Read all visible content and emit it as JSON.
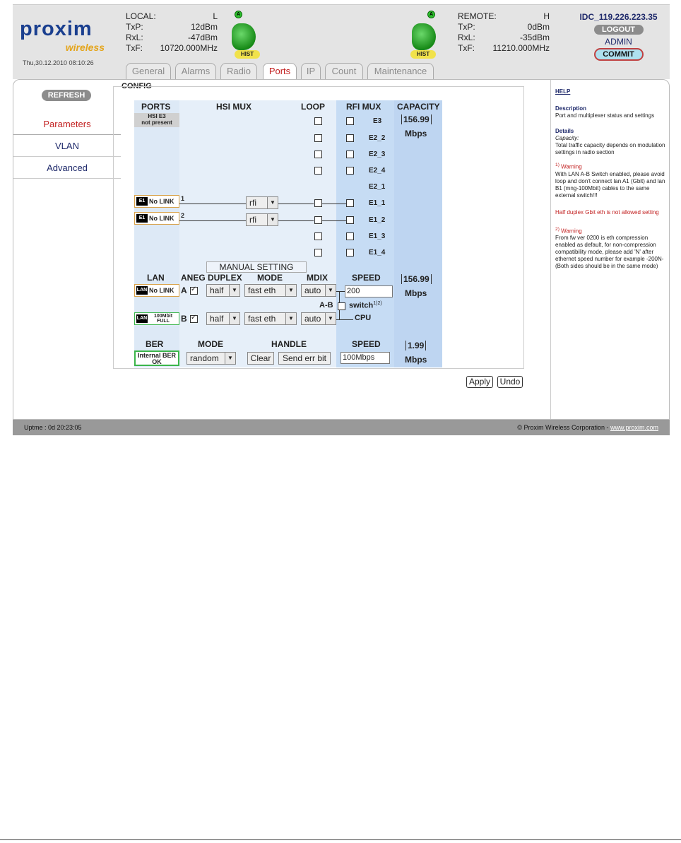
{
  "header": {
    "logo_text": "proxim",
    "logo_sub": "wireless",
    "date": "Thu,30.12.2010 08:10:26",
    "local": {
      "title": "LOCAL:",
      "side": "L",
      "txp_label": "TxP:",
      "txp": "12dBm",
      "rxl_label": "RxL:",
      "rxl": "-47dBm",
      "txf_label": "TxF:",
      "txf": "10720.000MHz"
    },
    "remote": {
      "title": "REMOTE:",
      "side": "H",
      "txp_label": "TxP:",
      "txp": "0dBm",
      "rxl_label": "RxL:",
      "rxl": "-35dBm",
      "txf_label": "TxF:",
      "txf": "11210.000MHz"
    },
    "antenna_badge": "A",
    "hist_label": "HIST",
    "ip": "IDC_119.226.223.35",
    "logout_label": "LOGOUT",
    "user": "ADMIN",
    "commit_label": "COMMIT",
    "tabs": [
      "General",
      "Alarms",
      "Radio",
      "Ports",
      "IP",
      "Count",
      "Maintenance"
    ],
    "active_tab": "Ports"
  },
  "sidebar": {
    "refresh_label": "REFRESH",
    "items": [
      "Parameters",
      "VLAN",
      "Advanced"
    ]
  },
  "config": {
    "section_title": "CONFIG",
    "headers": {
      "ports": "PORTS",
      "hsi_mux": "HSI MUX",
      "loop": "LOOP",
      "rfi_mux": "RFI MUX",
      "capacity": "CAPACITY"
    },
    "hsi_port": "HSI E3\nnot present",
    "capacity_top": "156.99",
    "capacity_unit": "Mbps",
    "rfi_labels": [
      "E3",
      "E2_2",
      "E2_3",
      "E2_4",
      "E2_1",
      "E1_1",
      "E1_2",
      "E1_3",
      "E1_4"
    ],
    "e1_ports": [
      {
        "icon": "E1",
        "status": "No LINK",
        "num": "1",
        "mux": "rfi"
      },
      {
        "icon": "E1",
        "status": "No LINK",
        "num": "2",
        "mux": "rfi"
      }
    ],
    "manual_setting": "MANUAL SETTING",
    "lan_headers": {
      "lan": "LAN",
      "aneg": "ANEG",
      "duplex": "DUPLEX",
      "mode": "MODE",
      "mdix": "MDIX",
      "speed": "SPEED"
    },
    "lan_ports": [
      {
        "icon": "LAN",
        "status": "No LINK",
        "letter": "A",
        "aneg": true,
        "duplex": "half",
        "mode": "fast eth",
        "mdix": "auto"
      },
      {
        "icon": "LAN",
        "status": "100Mbit FULL",
        "letter": "B",
        "aneg": true,
        "duplex": "half",
        "mode": "fast eth",
        "mdix": "auto"
      }
    ],
    "lan_speed": "200",
    "ab_label": "A-B",
    "switch_label": "switch",
    "switch_sup": "1)2)",
    "cpu_label": "CPU",
    "lan_capacity": "156.99",
    "ber": {
      "title": "BER",
      "status": "Internal BER OK",
      "mode_title": "MODE",
      "mode": "random",
      "handle_title": "HANDLE",
      "clear_label": "Clear",
      "send_label": "Send err bit",
      "speed_title": "SPEED",
      "speed": "100Mbps",
      "capacity": "1.99"
    },
    "apply_label": "Apply",
    "undo_label": "Undo"
  },
  "help": {
    "title": "HELP",
    "desc_title": "Description",
    "desc": "Port and multiplexer status and settings",
    "details_title": "Details",
    "capacity_em": "Capacity:",
    "capacity_text": "Total traffic capacity depends on modulation settings in radio section",
    "warn1_sup": "1)",
    "warn1_title": "Warning",
    "warn1_text": "With LAN A-B Switch enabled, please avoid loop and don't connect lan A1 (Gbit) and lan B1 (mng-100Mbit) cables to the same external switch!!!",
    "half_duplex": "Half duplex Gbit eth is not allowed setting",
    "warn2_sup": "2)",
    "warn2_title": "Warning",
    "warn2_text": "From fw ver 0200 is eth compression enabled as default, for non-compression compatibility mode, please add 'N' after ethernet speed number for example -200N- (Both sides should be in the same mode)"
  },
  "footer": {
    "uptime": "Uptme : 0d 20:23:05",
    "copyright": "© Proxim Wireless Corporation - ",
    "link": "www.proxim.com"
  }
}
